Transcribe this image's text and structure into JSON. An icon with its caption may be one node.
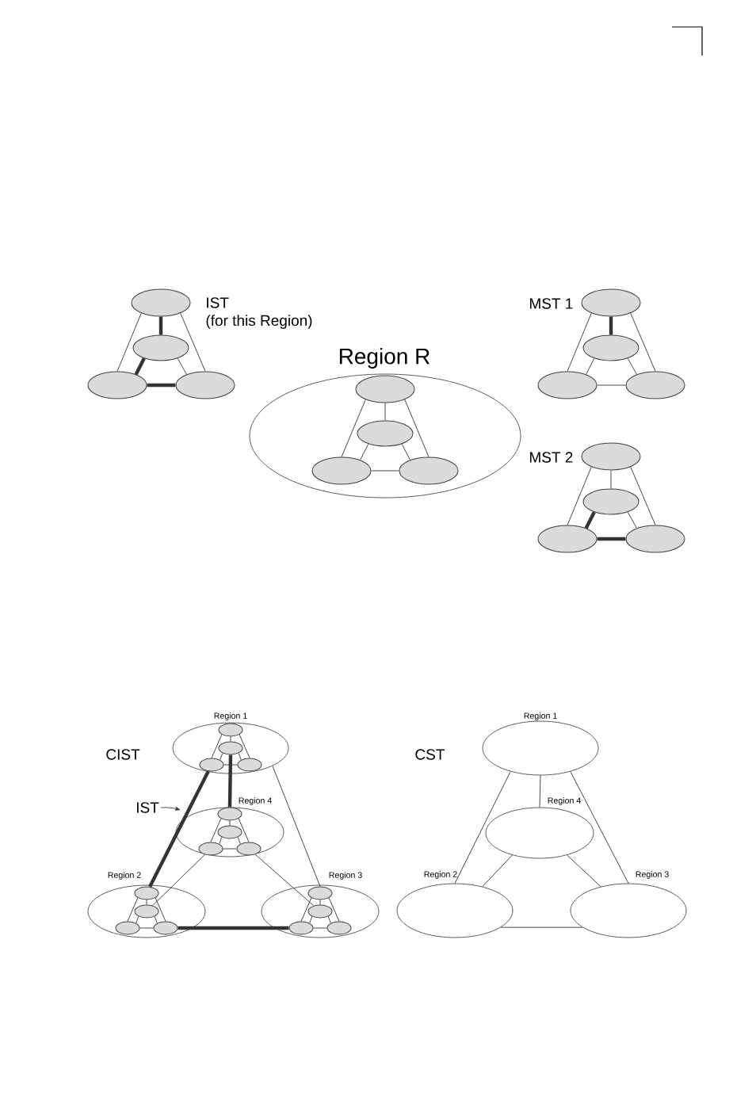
{
  "diagram": {
    "nodes": [
      {
        "text": [],
        "shape": "ellipse"
      },
      {
        "text": [],
        "shape": "ellipse"
      },
      {
        "text": [],
        "shape": "ellipse"
      },
      {
        "text": [],
        "shape": "ellipse"
      },
      {
        "text": [
          "Region R"
        ]
      },
      {
        "text": [],
        "shape": "ellipse",
        "in": 4
      },
      {
        "text": [],
        "shape": "ellipse",
        "in": 4
      },
      {
        "text": [],
        "shape": "ellipse",
        "in": 4
      },
      {
        "text": [],
        "shape": "ellipse",
        "in": 4
      },
      {
        "text": [],
        "shape": "ellipse"
      },
      {
        "text": [],
        "shape": "ellipse"
      },
      {
        "text": [],
        "shape": "ellipse"
      },
      {
        "text": [],
        "shape": "ellipse"
      },
      {
        "text": [],
        "shape": "ellipse"
      },
      {
        "text": [],
        "shape": "ellipse"
      },
      {
        "text": [],
        "shape": "ellipse"
      },
      {
        "text": [],
        "shape": "ellipse"
      },
      {
        "text": [
          "Region 1"
        ]
      },
      {
        "text": [],
        "shape": "ellipse",
        "in": 17
      },
      {
        "text": [],
        "shape": "ellipse",
        "in": 17
      },
      {
        "text": [],
        "shape": "ellipse",
        "in": 17
      },
      {
        "text": [],
        "shape": "ellipse",
        "in": 17
      },
      {
        "text": [
          "Region 4"
        ]
      },
      {
        "text": [],
        "shape": "ellipse",
        "in": 22
      },
      {
        "text": [],
        "shape": "ellipse",
        "in": 22
      },
      {
        "text": [],
        "shape": "ellipse",
        "in": 22
      },
      {
        "text": [],
        "shape": "ellipse",
        "in": 22
      },
      {
        "text": [
          "Region 2"
        ]
      },
      {
        "text": [],
        "shape": "ellipse",
        "in": 27
      },
      {
        "text": [],
        "shape": "ellipse",
        "in": 27
      },
      {
        "text": [],
        "shape": "ellipse",
        "in": 27
      },
      {
        "text": [],
        "shape": "ellipse",
        "in": 27
      },
      {
        "text": [
          "Region 3"
        ]
      },
      {
        "text": [],
        "shape": "ellipse",
        "in": 32
      },
      {
        "text": [],
        "shape": "ellipse",
        "in": 32
      },
      {
        "text": [],
        "shape": "ellipse",
        "in": 32
      },
      {
        "text": [],
        "shape": "ellipse",
        "in": 32
      },
      {
        "text": [
          "IST"
        ]
      },
      {
        "text": [
          "Region 1"
        ]
      },
      {
        "text": [
          "Region 4"
        ]
      },
      {
        "text": [
          "Region 2"
        ]
      },
      {
        "text": [
          "Region 3"
        ]
      }
    ],
    "edges": [
      {
        "from": 0,
        "to": 1,
        "arrow": "none",
        "style": "thick"
      },
      {
        "from": 0,
        "to": 2,
        "arrow": "none"
      },
      {
        "from": 0,
        "to": 3,
        "arrow": "none"
      },
      {
        "from": 1,
        "to": 2,
        "arrow": "none",
        "style": "thick"
      },
      {
        "from": 1,
        "to": 3,
        "arrow": "none"
      },
      {
        "from": 2,
        "to": 3,
        "arrow": "none",
        "style": "thick"
      },
      {
        "from": 5,
        "to": 6,
        "arrow": "none"
      },
      {
        "from": 5,
        "to": 7,
        "arrow": "none"
      },
      {
        "from": 5,
        "to": 8,
        "arrow": "none"
      },
      {
        "from": 6,
        "to": 7,
        "arrow": "none"
      },
      {
        "from": 6,
        "to": 8,
        "arrow": "none"
      },
      {
        "from": 7,
        "to": 8,
        "arrow": "none"
      },
      {
        "from": 9,
        "to": 10,
        "arrow": "none",
        "style": "thick"
      },
      {
        "from": 9,
        "to": 11,
        "arrow": "none"
      },
      {
        "from": 9,
        "to": 12,
        "arrow": "none"
      },
      {
        "from": 10,
        "to": 11,
        "arrow": "none"
      },
      {
        "from": 10,
        "to": 12,
        "arrow": "none"
      },
      {
        "from": 11,
        "to": 12,
        "arrow": "none"
      },
      {
        "from": 13,
        "to": 14,
        "arrow": "none"
      },
      {
        "from": 13,
        "to": 15,
        "arrow": "none"
      },
      {
        "from": 13,
        "to": 16,
        "arrow": "none"
      },
      {
        "from": 14,
        "to": 15,
        "arrow": "none",
        "style": "thick"
      },
      {
        "from": 14,
        "to": 16,
        "arrow": "none"
      },
      {
        "from": 15,
        "to": 16,
        "arrow": "none",
        "style": "thick"
      },
      {
        "from": 18,
        "to": 19,
        "arrow": "none"
      },
      {
        "from": 18,
        "to": 20,
        "arrow": "none"
      },
      {
        "from": 18,
        "to": 21,
        "arrow": "none"
      },
      {
        "from": 19,
        "to": 20,
        "arrow": "none"
      },
      {
        "from": 19,
        "to": 21,
        "arrow": "none"
      },
      {
        "from": 20,
        "to": 21,
        "arrow": "none"
      },
      {
        "from": 23,
        "to": 24,
        "arrow": "none"
      },
      {
        "from": 23,
        "to": 25,
        "arrow": "none"
      },
      {
        "from": 23,
        "to": 26,
        "arrow": "none"
      },
      {
        "from": 24,
        "to": 25,
        "arrow": "none"
      },
      {
        "from": 24,
        "to": 26,
        "arrow": "none"
      },
      {
        "from": 25,
        "to": 26,
        "arrow": "none"
      },
      {
        "from": 28,
        "to": 29,
        "arrow": "none"
      },
      {
        "from": 28,
        "to": 30,
        "arrow": "none"
      },
      {
        "from": 28,
        "to": 31,
        "arrow": "none"
      },
      {
        "from": 29,
        "to": 30,
        "arrow": "none"
      },
      {
        "from": 29,
        "to": 31,
        "arrow": "none"
      },
      {
        "from": 30,
        "to": 31,
        "arrow": "none"
      },
      {
        "from": 33,
        "to": 34,
        "arrow": "none"
      },
      {
        "from": 33,
        "to": 35,
        "arrow": "none"
      },
      {
        "from": 33,
        "to": 36,
        "arrow": "none"
      },
      {
        "from": 34,
        "to": 35,
        "arrow": "none"
      },
      {
        "from": 34,
        "to": 36,
        "arrow": "none"
      },
      {
        "from": 35,
        "to": 36,
        "arrow": "none"
      },
      {
        "from": 20,
        "to": 28,
        "arrow": "none",
        "style": "thick"
      },
      {
        "from": 19,
        "to": 23,
        "arrow": "none",
        "style": "thick"
      },
      {
        "from": 31,
        "to": 35,
        "arrow": "none",
        "style": "thick"
      },
      {
        "from": 17,
        "to": 33,
        "arrow": "none"
      },
      {
        "from": 25,
        "to": 29,
        "arrow": "none"
      },
      {
        "from": 26,
        "to": 34,
        "arrow": "none"
      },
      {
        "from": 37,
        "to": null,
        "arrow": "to"
      },
      {
        "from": 38,
        "to": 39,
        "arrow": "none"
      },
      {
        "from": 38,
        "to": 40,
        "arrow": "none"
      },
      {
        "from": 38,
        "to": 41,
        "arrow": "none"
      },
      {
        "from": 39,
        "to": 40,
        "arrow": "none"
      },
      {
        "from": 39,
        "to": 41,
        "arrow": "none"
      },
      {
        "from": 40,
        "to": 41,
        "arrow": "none"
      }
    ],
    "labels": [
      "IST",
      "(for this Region)",
      "MST 1",
      "MST 2",
      "CIST",
      "CST"
    ]
  }
}
